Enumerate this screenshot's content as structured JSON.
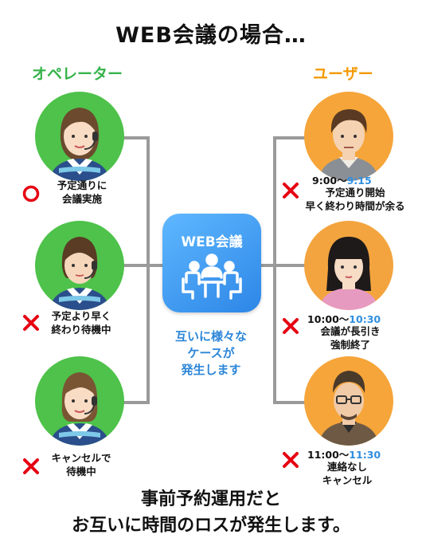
{
  "title": "WEB会議の場合…",
  "operator_label": "オペレーター",
  "user_label": "ユーザー",
  "operators": [
    {
      "mark": "circle",
      "line1": "予定通りに",
      "line2": "会議実施"
    },
    {
      "mark": "cross",
      "line1": "予定より早く",
      "line2": "終わり待機中"
    },
    {
      "mark": "cross",
      "line1": "キャンセルで",
      "line2": "待機中"
    }
  ],
  "users": [
    {
      "mark": "cross",
      "time_start": "9:00〜",
      "time_end": "9:15",
      "line1": "予定通り開始",
      "line2": "早く終わり時間が余る"
    },
    {
      "mark": "cross",
      "time_start": "10:00〜",
      "time_end": "10:30",
      "line1": "会議が長引き",
      "line2": "強制終了"
    },
    {
      "mark": "cross",
      "time_start": "11:00〜",
      "time_end": "11:30",
      "line1": "連絡なし",
      "line2": "キャンセル"
    }
  ],
  "center": {
    "icon_label": "WEB会議",
    "line1": "互いに様々な",
    "line2": "ケースが",
    "line3": "発生します"
  },
  "footer": {
    "line1": "事前予約運用だと",
    "line2": "お互いに時間のロスが発生します。"
  },
  "colors": {
    "operator_green": "#35b34a",
    "user_orange": "#f39800",
    "circle_mark": "#e60012",
    "cross_mark": "#e60012",
    "time_blue": "#2f8fe0",
    "icon_blue": "#2d86e6"
  }
}
